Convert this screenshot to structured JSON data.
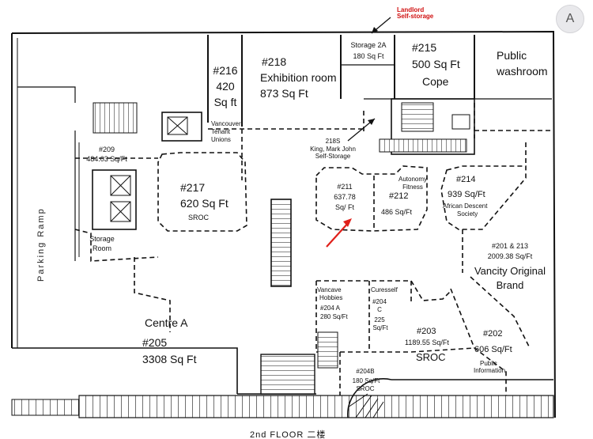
{
  "floor_label": "2nd FLOOR 二楼",
  "annotation": {
    "line1": "Landlord",
    "line2": "Self-storage",
    "color": "#d01010"
  },
  "parking_ramp": "Parking Ramp",
  "units": {
    "u216": {
      "number": "#216",
      "area_a": "420",
      "area_b": "Sq ft"
    },
    "u218": {
      "number": "#218",
      "name": "Exhibition room",
      "area": "873 Sq Ft"
    },
    "storage2a": {
      "name": "Storage 2A",
      "area": "180 Sq Ft"
    },
    "u215": {
      "number": "#215",
      "area": "500 Sq Ft",
      "tenant": "Cope"
    },
    "washroom": {
      "line1": "Public",
      "line2": "washroom"
    },
    "vtu": {
      "line1": "Vancouver",
      "line2": "Tenant",
      "line3": "Unions"
    },
    "u218s": {
      "line1": "218S",
      "line2": "King, Mark John",
      "line3": "Self-Storage"
    },
    "u209": {
      "number": "#209",
      "area": "484.03 Sq/Ft"
    },
    "u217": {
      "number": "#217",
      "area": "620 Sq Ft",
      "tenant": "SROC"
    },
    "u211": {
      "number": "#211",
      "area_a": "637.78",
      "area_b": "Sq/ Ft"
    },
    "autonomy": {
      "line1": "Autonomy",
      "line2": "Fitness"
    },
    "u212": {
      "number": "#212",
      "area": "486 Sq/Ft"
    },
    "u214": {
      "number": "#214",
      "area": "939 Sq/Ft",
      "line1": "African Descent",
      "line2": "Society"
    },
    "storage_room": {
      "line1": "Storage",
      "line2": "Room"
    },
    "u201": {
      "number": "#201 & 213",
      "area": "2009.38 Sq/Ft",
      "line1": "Vancity Original",
      "line2": "Brand"
    },
    "u204a": {
      "line1": "Vancave",
      "line2": "Hobbies",
      "number": "#204 A",
      "area": "280 Sq/Ft"
    },
    "u204c": {
      "tenant": "Curesself",
      "number": "#204",
      "letter": "C",
      "area_a": "225",
      "area_b": "Sq/Ft"
    },
    "centre_a": {
      "name": "Centre A",
      "number": "#205",
      "area": "3308 Sq Ft"
    },
    "u203": {
      "number": "#203",
      "area": "1189.55 Sq/Ft",
      "tenant": "SROC"
    },
    "u202": {
      "number": "#202",
      "area": "606 Sq/Ft",
      "line1": "Public",
      "line2": "Information"
    },
    "u204b": {
      "number": "#204B",
      "area": "180 Sq/Ft",
      "tenant": "SROC"
    }
  },
  "accessibility_button": {
    "glyph": "A",
    "icon": "accessibility-translate-icon"
  }
}
